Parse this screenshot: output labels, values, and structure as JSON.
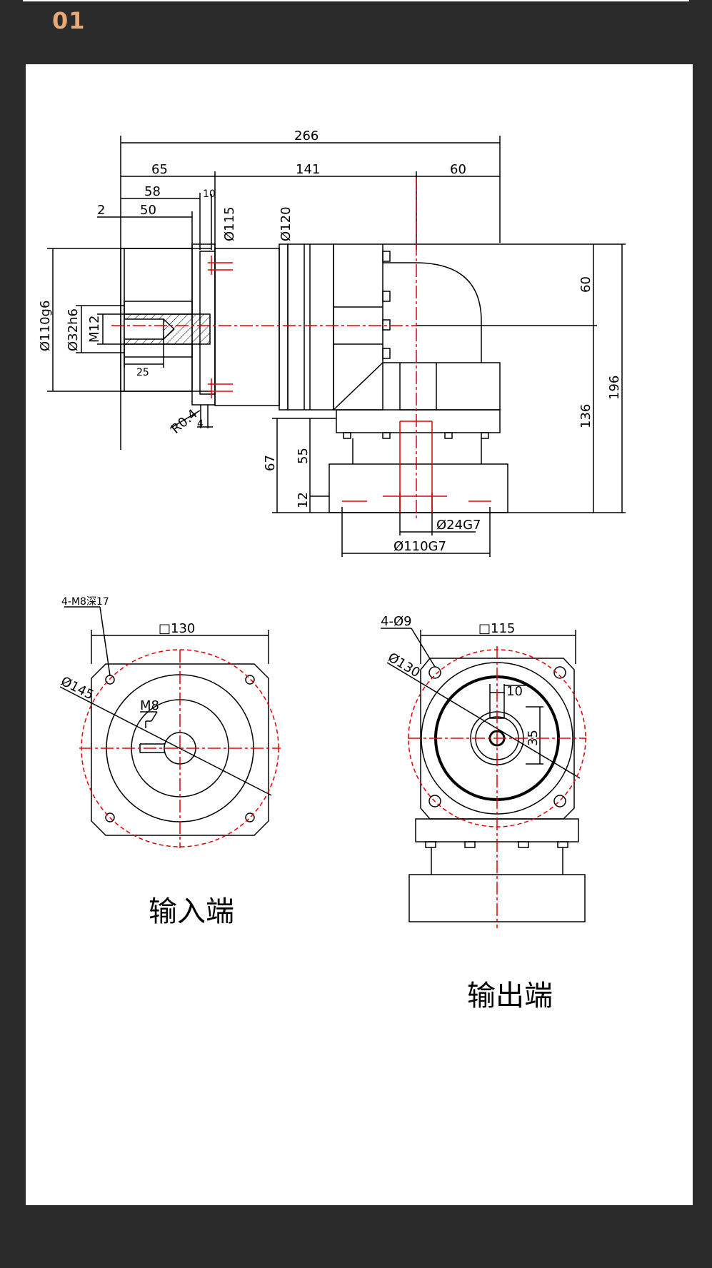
{
  "header": {
    "section_number": "01"
  },
  "side_view": {
    "dims": {
      "overall": "266",
      "d65": "65",
      "d141": "141",
      "d60_top": "60",
      "d58": "58",
      "d10": "10",
      "d2": "2",
      "d50": "50",
      "dia115": "Ø115",
      "dia120": "Ø120",
      "dia110g6": "Ø110g6",
      "dia32h6": "Ø32h6",
      "m12": "M12",
      "d25": "25",
      "r04": "R0.4",
      "d4": "4",
      "d60_right": "60",
      "d196": "196",
      "d136": "136",
      "d67": "67",
      "d55": "55",
      "d12": "12",
      "dia24g7": "Ø24G7",
      "dia110g7": "Ø110G7"
    }
  },
  "input_end": {
    "bolt_holes": "4-M8深17",
    "square": "□130",
    "pcd": "Ø145",
    "tap": "M8",
    "caption": "输入端"
  },
  "output_end": {
    "bolt_holes": "4-Ø9",
    "square": "□115",
    "pcd": "Ø130",
    "key_width": "10",
    "key_height": "35",
    "caption": "输出端"
  },
  "colors": {
    "background": "#2b2b2b",
    "sheet": "#ffffff",
    "accent": "#e8a878",
    "centerline": "#e00000",
    "line": "#000000"
  }
}
